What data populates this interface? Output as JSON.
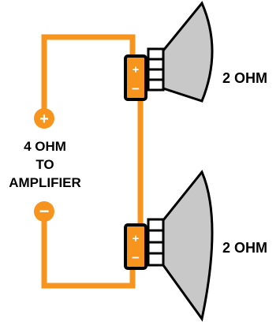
{
  "source_label": {
    "line1": "4 OHM",
    "line2": "TO",
    "line3": "AMPLIFIER"
  },
  "speakers": [
    {
      "impedance_label": "2 OHM",
      "plus_sign": "+",
      "minus_sign": "−"
    },
    {
      "impedance_label": "2 OHM",
      "plus_sign": "+",
      "minus_sign": "−"
    }
  ],
  "terminals": {
    "positive": "+",
    "negative": "−"
  },
  "colors": {
    "wire": "#F7941D",
    "terminal_fill": "#F7941D",
    "terminal_border": "#000000",
    "speaker_cone": "#C8C8C8",
    "speaker_outline": "#000000",
    "text": "#000000"
  }
}
